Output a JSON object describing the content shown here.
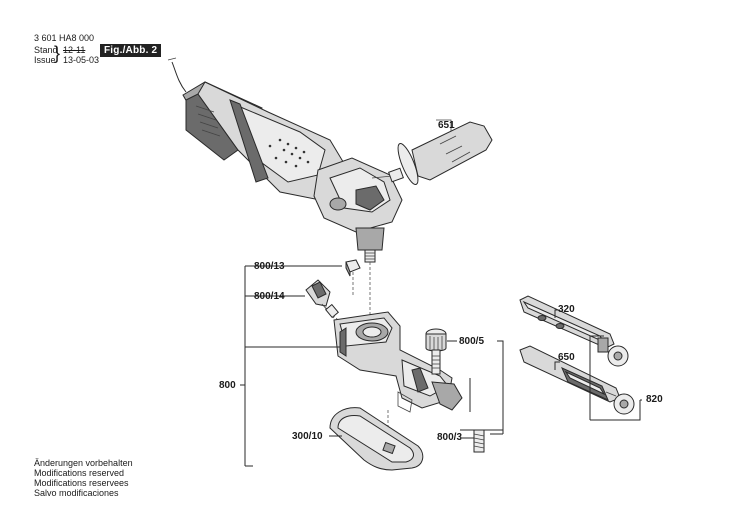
{
  "header": {
    "doc_number": "3 601 HA8 000",
    "stand_label": "Stand",
    "issue_label": "Issue",
    "old_date": "12-11",
    "new_date": "13-05-03",
    "figure_label": "Fig./Abb. 2"
  },
  "parts": {
    "p651": "651",
    "p800_13": "800/13",
    "p800_14": "800/14",
    "p800": "800",
    "p800_5": "800/5",
    "p300_10": "300/10",
    "p800_3": "800/3",
    "p320": "320",
    "p650": "650",
    "p820": "820"
  },
  "footer": {
    "lines": [
      "Änderungen vorbehalten",
      "Modifications reserved",
      "Modifications reservees",
      "Salvo modificaciones"
    ]
  }
}
